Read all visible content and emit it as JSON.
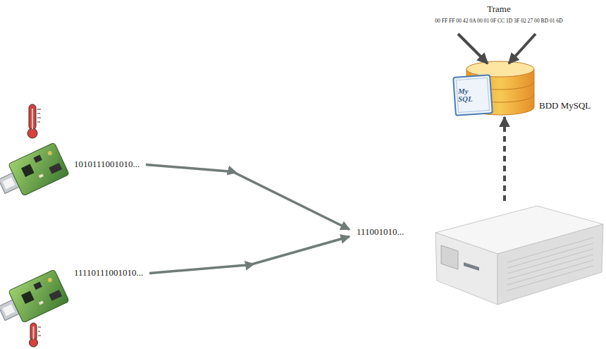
{
  "diagram": {
    "nodes": [
      {
        "text": [
          "1010111001010..."
        ]
      },
      {
        "text": [
          "11110111001010..."
        ]
      },
      {
        "text": [
          "111001010..."
        ]
      },
      {
        "text": [
          "My SQL",
          "BDD MySQL"
        ]
      },
      {
        "text": [
          "Trame",
          "00 FF FF 00 42 0A 00 01 0F CC 1D 3F 02 27 00 BD 01 6D"
        ]
      }
    ],
    "edges": [
      {
        "from": 0,
        "to": 2,
        "arrow": "to"
      },
      {
        "from": 1,
        "to": 2,
        "arrow": "to"
      },
      {
        "from": 2,
        "to": 3,
        "arrow": "to"
      },
      {
        "from": 4,
        "to": 3,
        "arrow": "to"
      },
      {
        "from": 4,
        "to": 3,
        "arrow": "to"
      }
    ]
  }
}
